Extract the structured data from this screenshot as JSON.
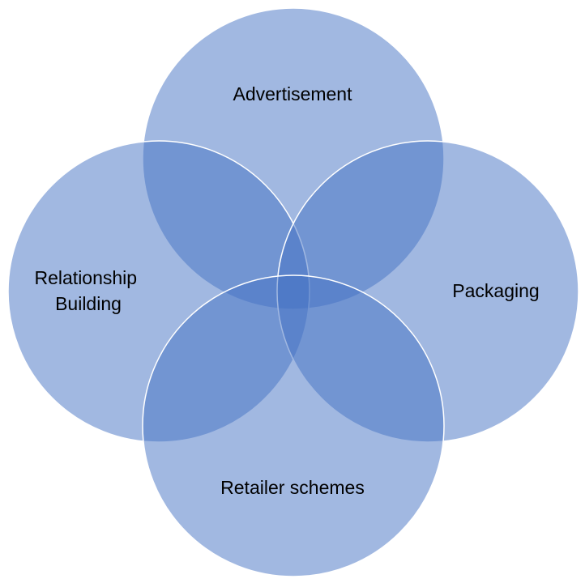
{
  "diagram": {
    "type": "venn",
    "fill_color": "#4472C4",
    "stroke_color": "#FFFFFF",
    "text_color": "#000000",
    "sets": {
      "advertisement": {
        "label_lines": [
          "Advertisement"
        ]
      },
      "packaging": {
        "label_lines": [
          "Packaging"
        ]
      },
      "retailer_schemes": {
        "label_lines": [
          "Retailer schemes"
        ]
      },
      "relationship_building": {
        "label_lines": [
          "Relationship",
          "Building"
        ]
      }
    }
  }
}
